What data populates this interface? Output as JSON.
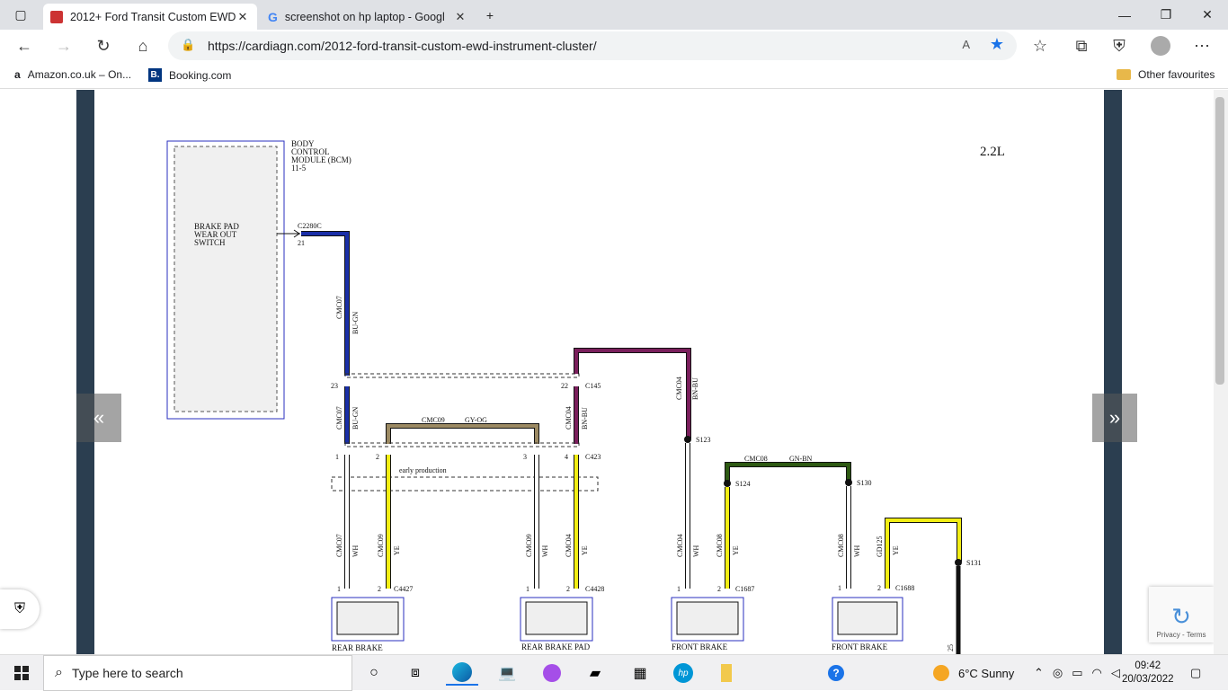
{
  "browser": {
    "tabs": [
      {
        "title": "2012+ Ford Transit Custom EWD",
        "active": true
      },
      {
        "title": "screenshot on hp laptop - Googl",
        "active": false
      }
    ],
    "url": "https://cardiagn.com/2012-ford-transit-custom-ewd-instrument-cluster/",
    "favourites": [
      {
        "label": "Amazon.co.uk – On..."
      },
      {
        "label": "Booking.com"
      }
    ],
    "other_favourites": "Other favourites"
  },
  "diagram": {
    "engine": "2.2L",
    "module": {
      "name_lines": [
        "BODY",
        "CONTROL",
        "MODULE (BCM)",
        "11-5"
      ],
      "switch_lines": [
        "BRAKE PAD",
        "WEAR OUT",
        "SWITCH"
      ],
      "connector": "C2280C",
      "pin": "21"
    },
    "wires": {
      "cmc07_bugn": {
        "circuit": "CMC07",
        "color": "BU-GN"
      },
      "cmc04_bnbu": {
        "circuit": "CMC04",
        "color": "BN-BU"
      },
      "cmc09_gyog": {
        "circuit": "CMC09",
        "color": "GY-OG"
      },
      "cmc08_gnbn": {
        "circuit": "CMC08",
        "color": "GN-BN"
      },
      "cmc07_wh": {
        "circuit": "CMC07",
        "color": "WH"
      },
      "cmc09_ye": {
        "circuit": "CMC09",
        "color": "YE"
      },
      "cmc09_wh": {
        "circuit": "CMC09",
        "color": "WH"
      },
      "cmc04_ye": {
        "circuit": "CMC04",
        "color": "YE"
      },
      "cmc04_wh": {
        "circuit": "CMC04",
        "color": "WH"
      },
      "cmc08_ye": {
        "circuit": "CMC08",
        "color": "YE"
      },
      "cmc08_wh": {
        "circuit": "CMC08",
        "color": "WH"
      },
      "gd125_ye": {
        "circuit": "GD125",
        "color": "YE"
      },
      "s131_lower": "25"
    },
    "connectors": {
      "c145": "C145",
      "c423": "C423",
      "c4427": "C4427",
      "c4428": "C4428",
      "c1687": "C1687",
      "c1688": "C1688"
    },
    "pins": {
      "p23": "23",
      "p22": "22",
      "p1": "1",
      "p2": "2",
      "p3": "3",
      "p4": "4"
    },
    "splices": {
      "s123": "S123",
      "s124": "S124",
      "s130": "S130",
      "s131": "S131"
    },
    "note": "early production",
    "components": [
      {
        "label": "REAR BRAKE"
      },
      {
        "label": "REAR BRAKE PAD"
      },
      {
        "label": "FRONT BRAKE"
      },
      {
        "label": "FRONT BRAKE"
      }
    ]
  },
  "colors": {
    "bu_gn": "#1a2fa8",
    "bn_bu": "#7a1f5c",
    "gy_og": "#9c8a63",
    "gn_bn": "#2e5a13",
    "ye": "#f2ee14",
    "wh": "#ffffff",
    "dark_side": "#2b3e50"
  },
  "taskbar": {
    "search_placeholder": "Type here to search",
    "weather": "6°C  Sunny",
    "time": "09:42",
    "date": "20/03/2022"
  },
  "sidebar_icons": {
    "shield": "shield-check-icon",
    "recaptcha": "Privacy - Terms"
  }
}
